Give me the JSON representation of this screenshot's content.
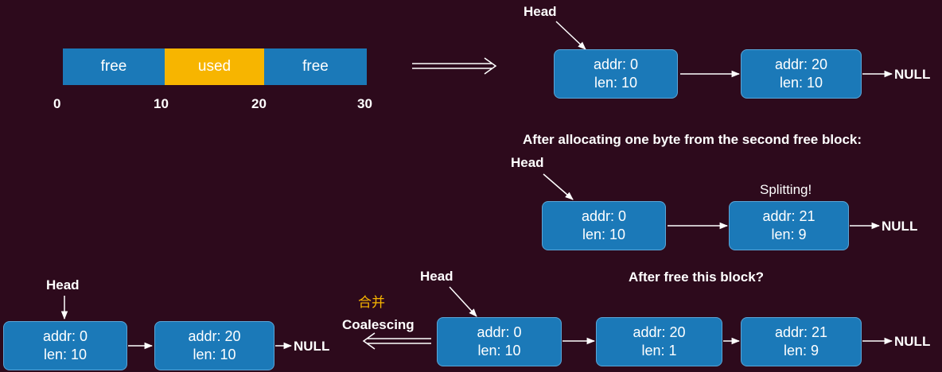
{
  "memory_bar": {
    "segments": [
      {
        "label": "free",
        "color": "#1b79b8"
      },
      {
        "label": "used",
        "color": "#f7b500"
      },
      {
        "label": "free",
        "color": "#1b79b8"
      }
    ],
    "ticks": [
      "0",
      "10",
      "20",
      "30"
    ]
  },
  "list1": {
    "head": "Head",
    "nodes": [
      {
        "addr": "addr: 0",
        "len": "len: 10"
      },
      {
        "addr": "addr: 20",
        "len": "len: 10"
      }
    ],
    "null": "NULL"
  },
  "section2": {
    "caption": "After allocating one byte from the second free block:",
    "head": "Head",
    "note": "Splitting!",
    "nodes": [
      {
        "addr": "addr: 0",
        "len": "len: 10"
      },
      {
        "addr": "addr: 21",
        "len": "len: 9"
      }
    ],
    "null": "NULL"
  },
  "section3": {
    "caption": "After free this block?",
    "head": "Head",
    "nodes": [
      {
        "addr": "addr: 0",
        "len": "len: 10"
      },
      {
        "addr": "addr: 20",
        "len": "len: 1"
      },
      {
        "addr": "addr: 21",
        "len": "len: 9"
      }
    ],
    "null": "NULL"
  },
  "coalesce": {
    "chinese": "合并",
    "label": "Coalescing",
    "chinese_color": "#f7b500"
  },
  "result": {
    "head": "Head",
    "nodes": [
      {
        "addr": "addr: 0",
        "len": "len: 10"
      },
      {
        "addr": "addr: 20",
        "len": "len: 10"
      }
    ],
    "null": "NULL"
  }
}
